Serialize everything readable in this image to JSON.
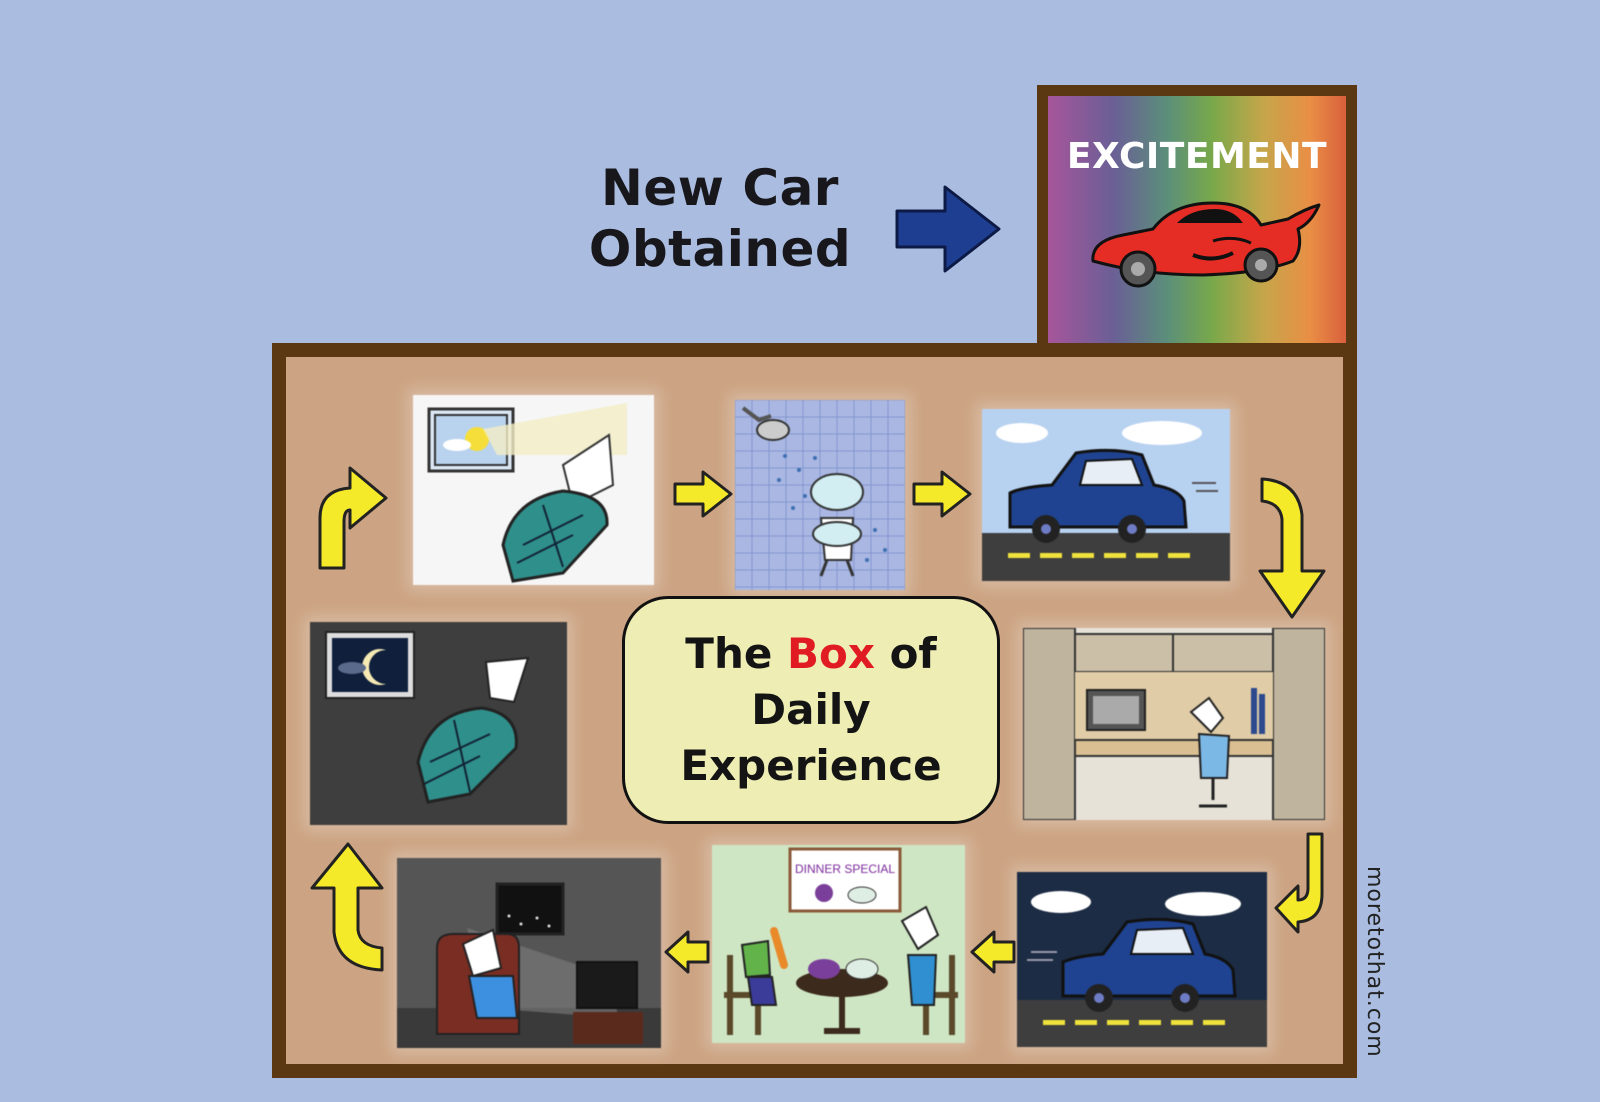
{
  "headline": {
    "line1": "New Car",
    "line2": "Obtained"
  },
  "excitement": {
    "label": "EXCITEMENT"
  },
  "center": {
    "pre": "The",
    "highlight": "Box",
    "post": "of",
    "line2": "Daily",
    "line3": "Experience"
  },
  "dinner_sign": "DINNER SPECIAL",
  "watermark": "moretothat.com",
  "colors": {
    "background": "#aabde1",
    "box_fill": "#cca483",
    "box_border": "#5b3712",
    "highlight_red": "#e01b22",
    "flow_arrow": "#f5ea2a",
    "main_arrow": "#1e3f91",
    "car_blue": "#1f4390",
    "car_red": "#e52d25"
  }
}
